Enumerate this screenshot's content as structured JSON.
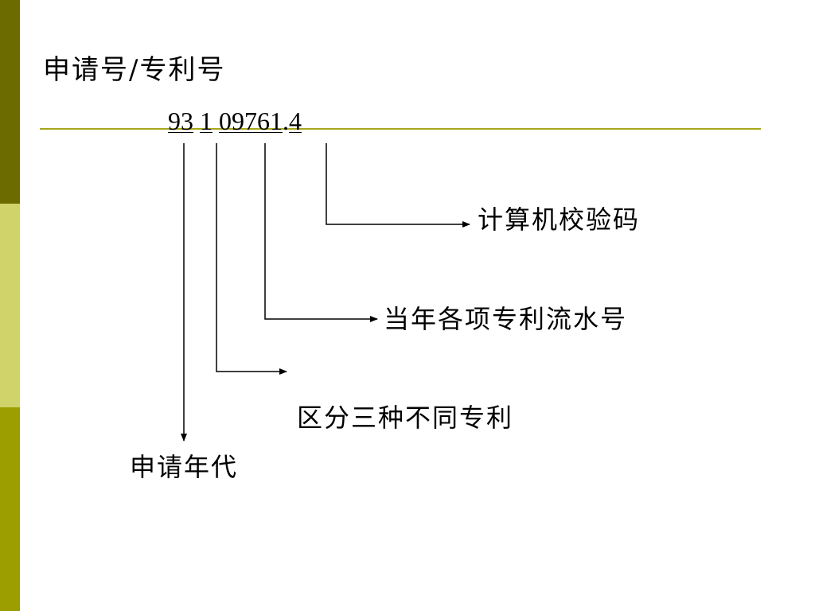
{
  "title": "申请号/专利号",
  "number": {
    "seg1": "93",
    "seg2": "1",
    "seg3": "09761",
    "dot": ".",
    "seg4": "4"
  },
  "labels": {
    "check_digit": "计算机校验码",
    "serial": "当年各项专利流水号",
    "type": "区分三种不同专利",
    "year": "申请年代"
  },
  "colors": {
    "bar_top": "#6b6b00",
    "bar_mid": "#cfd36a",
    "bar_bot": "#9c9e00",
    "rule": "#a6a61a"
  }
}
